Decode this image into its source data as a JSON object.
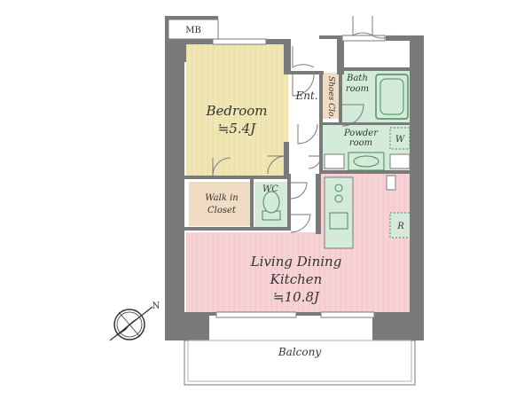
{
  "rooms": {
    "mb": "MB",
    "bedroom": "Bedroom",
    "bedroom_size": "≒5.4J",
    "entrance": "Ent.",
    "shoes_closet": "Shoes Clo.",
    "bath_line1": "Bath",
    "bath_line2": "room",
    "powder_line1": "Powder",
    "powder_line2": "room",
    "washer": "W",
    "walkin_line1": "Walk in",
    "walkin_line2": "Closet",
    "wc": "WC",
    "refrigerator": "R",
    "ldk_line1": "Living Dining",
    "ldk_line2": "Kitchen",
    "ldk_size": "≒10.8J",
    "balcony": "Balcony"
  },
  "compass": {
    "label": "N"
  },
  "colors": {
    "wall": "#7a7a7a",
    "bedroom_floor": "#efe6b4",
    "ldk_floor": "#f6d2d4",
    "wet_area": "#d4ebd9",
    "closet_floor": "#f0dcc2"
  }
}
